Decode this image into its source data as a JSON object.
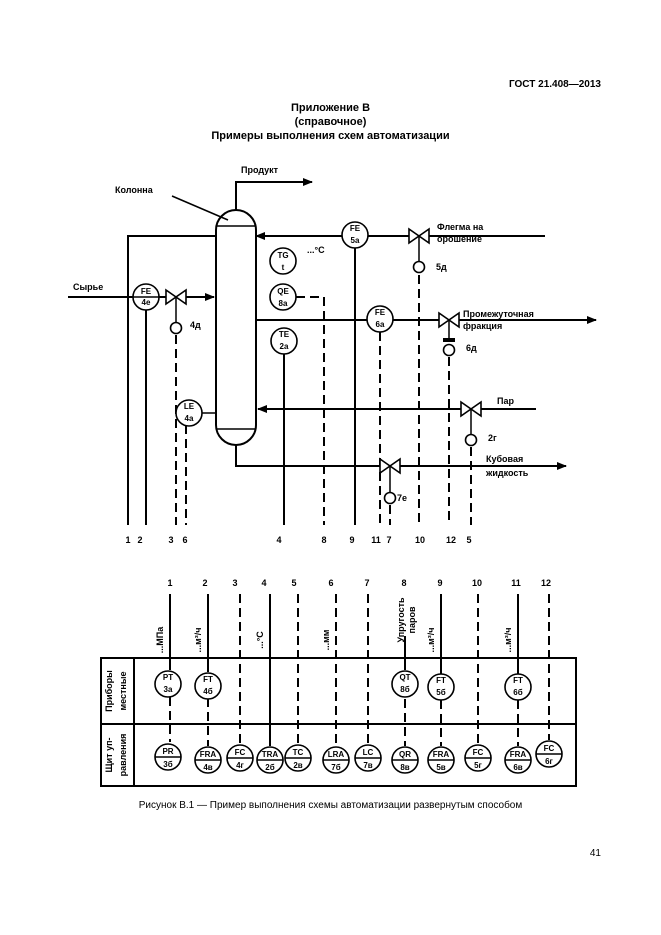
{
  "header": {
    "standard": "ГОСТ 21.408—2013",
    "appendix": "Приложение В",
    "status": "(справочное)",
    "title": "Примеры выполнения схем автоматизации"
  },
  "process": {
    "column": "Колонна",
    "product": "Продукт",
    "feed": "Сырье",
    "reflux": [
      "Флегма на",
      "орошение"
    ],
    "fraction": [
      "Промежуточная",
      "фракция"
    ],
    "steam": "Пар",
    "bottoms": [
      "Кубовая",
      "жидкость"
    ],
    "temp_unit": "...°С"
  },
  "instruments": [
    {
      "id": "fe4e",
      "top": "FE",
      "bottom": "4е"
    },
    {
      "id": "tgt",
      "top": "TG",
      "bottom": "t"
    },
    {
      "id": "qe8a",
      "top": "QE",
      "bottom": "8а"
    },
    {
      "id": "te2a",
      "top": "TE",
      "bottom": "2а"
    },
    {
      "id": "fe5a",
      "top": "FE",
      "bottom": "5а"
    },
    {
      "id": "fe6a",
      "top": "FE",
      "bottom": "6а"
    },
    {
      "id": "le4a",
      "top": "LE",
      "bottom": "4а"
    }
  ],
  "actuators": [
    "4д",
    "5д",
    "6д",
    "2г",
    "7е"
  ],
  "line_numbers_top": [
    {
      "id": "1",
      "text": "1"
    },
    {
      "id": "2",
      "text": "2"
    },
    {
      "id": "3",
      "text": "3"
    },
    {
      "id": "6",
      "text": "6"
    },
    {
      "id": "4",
      "text": "4"
    },
    {
      "id": "8",
      "text": "8"
    },
    {
      "id": "9",
      "text": "9"
    },
    {
      "id": "11",
      "text": "11"
    },
    {
      "id": "7",
      "text": "7"
    },
    {
      "id": "10",
      "text": "10"
    },
    {
      "id": "12",
      "text": "12"
    },
    {
      "id": "5",
      "text": "5"
    }
  ],
  "panel": {
    "row1": [
      "Приборы",
      "местные"
    ],
    "row2": [
      "Щит уп-",
      "равления"
    ],
    "columns": [
      "1",
      "2",
      "3",
      "4",
      "5",
      "6",
      "7",
      "8",
      "9",
      "10",
      "11",
      "12"
    ],
    "units": {
      "mpa": "...МПа",
      "m3h": "...м³/ч",
      "degc": "...°С",
      "mm": "...мм",
      "vapor": [
        "Упругость",
        "паров"
      ]
    },
    "local": [
      {
        "top": "PT",
        "bottom": "3а"
      },
      {
        "top": "FT",
        "bottom": "4б"
      },
      {
        "top": "QT",
        "bottom": "8б"
      },
      {
        "top": "FT",
        "bottom": "5б"
      },
      {
        "top": "FT",
        "bottom": "6б"
      }
    ],
    "board": [
      {
        "top": "PR",
        "bottom": "3б"
      },
      {
        "top": "FRA",
        "bottom": "4в"
      },
      {
        "top": "FC",
        "bottom": "4г"
      },
      {
        "top": "TRA",
        "bottom": "2б"
      },
      {
        "top": "TC",
        "bottom": "2в"
      },
      {
        "top": "LRA",
        "bottom": "7б"
      },
      {
        "top": "LC",
        "bottom": "7в"
      },
      {
        "top": "QR",
        "bottom": "8в"
      },
      {
        "top": "FRA",
        "bottom": "5в"
      },
      {
        "top": "FC",
        "bottom": "5г"
      },
      {
        "top": "FRA",
        "bottom": "6в"
      },
      {
        "top": "FC",
        "bottom": "6г"
      }
    ]
  },
  "caption": "Рисунок В.1 — Пример выполнения схемы автоматизации развернутым способом",
  "page_number": "41"
}
